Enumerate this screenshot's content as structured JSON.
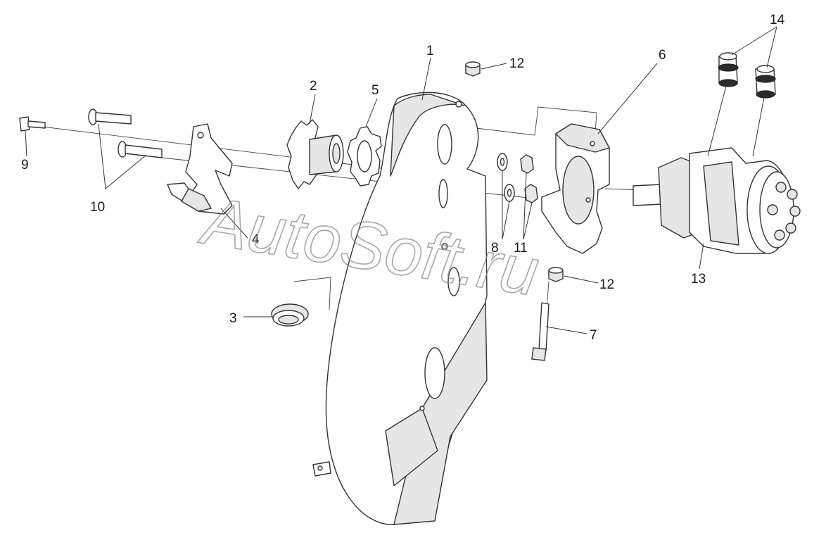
{
  "diagram": {
    "callouts": [
      "1",
      "2",
      "3",
      "4",
      "5",
      "6",
      "7",
      "8",
      "9",
      "10",
      "11",
      "12",
      "12",
      "13",
      "14"
    ],
    "watermark": "AutoSoft.ru"
  }
}
